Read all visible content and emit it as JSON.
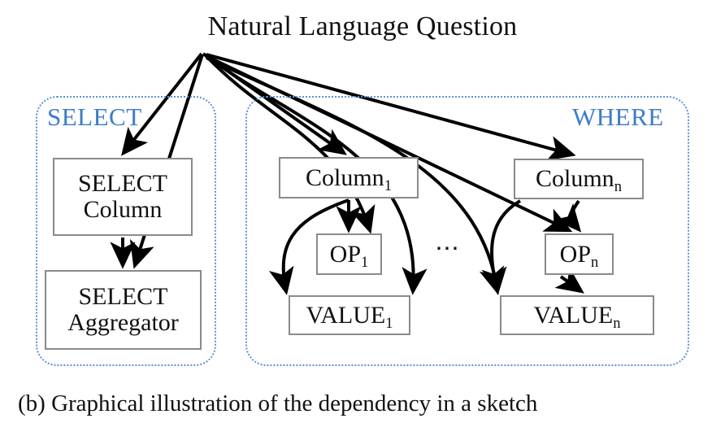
{
  "figure": {
    "title": "Natural Language Question",
    "caption": "(b) Graphical illustration of the dependency in a sketch",
    "ellipsis": "⋯"
  },
  "colors": {
    "group_border": "#5b92d4",
    "group_label": "#3d7cc9",
    "node_border": "#8a8a8a",
    "arrow": "#000000",
    "text": "#111111",
    "background": "#ffffff"
  },
  "groups": [
    {
      "id": "select",
      "label": "SELECT"
    },
    {
      "id": "where",
      "label": "WHERE"
    }
  ],
  "nodes": [
    {
      "id": "select-column",
      "line1": "SELECT",
      "line2": "Column",
      "subscript": ""
    },
    {
      "id": "select-aggregator",
      "line1": "SELECT",
      "line2": "Aggregator",
      "subscript": ""
    },
    {
      "id": "column-1",
      "line1": "Column",
      "line2": "",
      "subscript": "1"
    },
    {
      "id": "op-1",
      "line1": "OP",
      "line2": "",
      "subscript": "1"
    },
    {
      "id": "value-1",
      "line1": "VALUE",
      "line2": "",
      "subscript": "1"
    },
    {
      "id": "column-n",
      "line1": "Column",
      "line2": "",
      "subscript": "n"
    },
    {
      "id": "op-n",
      "line1": "OP",
      "line2": "",
      "subscript": "n"
    },
    {
      "id": "value-n",
      "line1": "VALUE",
      "line2": "",
      "subscript": "n"
    }
  ],
  "edges": [
    {
      "from": "question",
      "to": "select-column"
    },
    {
      "from": "question",
      "to": "select-aggregator"
    },
    {
      "from": "question",
      "to": "column-1"
    },
    {
      "from": "question",
      "to": "op-1"
    },
    {
      "from": "question",
      "to": "value-1"
    },
    {
      "from": "question",
      "to": "column-n"
    },
    {
      "from": "question",
      "to": "op-n"
    },
    {
      "from": "question",
      "to": "value-n"
    },
    {
      "from": "select-column",
      "to": "select-aggregator"
    },
    {
      "from": "column-1",
      "to": "op-1"
    },
    {
      "from": "column-1",
      "to": "value-1"
    },
    {
      "from": "column-n",
      "to": "op-n"
    },
    {
      "from": "column-n",
      "to": "value-n"
    },
    {
      "from": "op-n",
      "to": "value-n"
    }
  ]
}
